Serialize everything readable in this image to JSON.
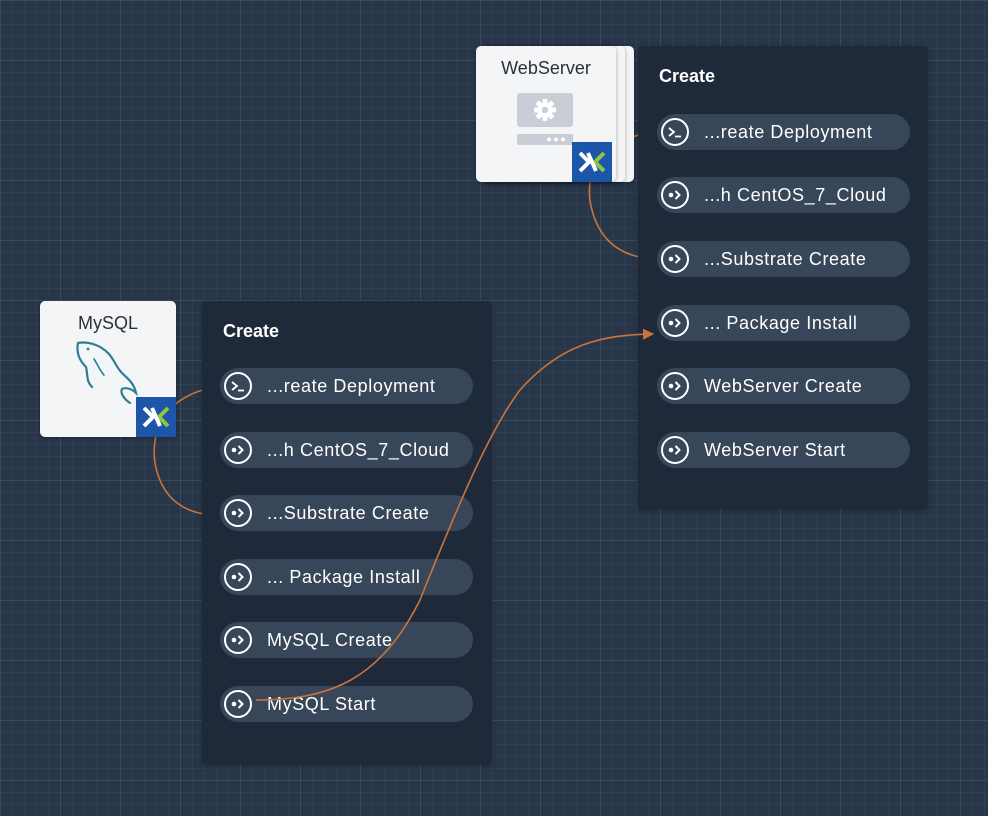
{
  "colors": {
    "canvas_bg": "#283649",
    "panel_bg": "#1e2a3a",
    "task_bg": "#384659",
    "connector": "#c9743a",
    "card_bg": "#f4f5f7",
    "badge_bg": "#1d56a8",
    "badge_accent": "#8cc63f"
  },
  "services": [
    {
      "name": "WebServer",
      "icon": "server-gear-icon",
      "provider_icon": "nutanix-logo-icon",
      "panel": {
        "title": "Create",
        "tasks": [
          {
            "label": "...reate Deployment",
            "icon": "terminal-icon"
          },
          {
            "label": "...h CentOS_7_Cloud",
            "icon": "task-arrow-icon"
          },
          {
            "label": "...Substrate Create",
            "icon": "task-arrow-icon"
          },
          {
            "label": "... Package Install",
            "icon": "task-arrow-icon"
          },
          {
            "label": "WebServer Create",
            "icon": "task-arrow-icon"
          },
          {
            "label": "WebServer Start",
            "icon": "task-arrow-icon"
          }
        ]
      }
    },
    {
      "name": "MySQL",
      "icon": "mysql-dolphin-icon",
      "provider_icon": "nutanix-logo-icon",
      "panel": {
        "title": "Create",
        "tasks": [
          {
            "label": "...reate Deployment",
            "icon": "terminal-icon"
          },
          {
            "label": "...h CentOS_7_Cloud",
            "icon": "task-arrow-icon"
          },
          {
            "label": "...Substrate Create",
            "icon": "task-arrow-icon"
          },
          {
            "label": "... Package Install",
            "icon": "task-arrow-icon"
          },
          {
            "label": "MySQL Create",
            "icon": "task-arrow-icon"
          },
          {
            "label": "MySQL Start",
            "icon": "task-arrow-icon"
          }
        ]
      }
    }
  ]
}
